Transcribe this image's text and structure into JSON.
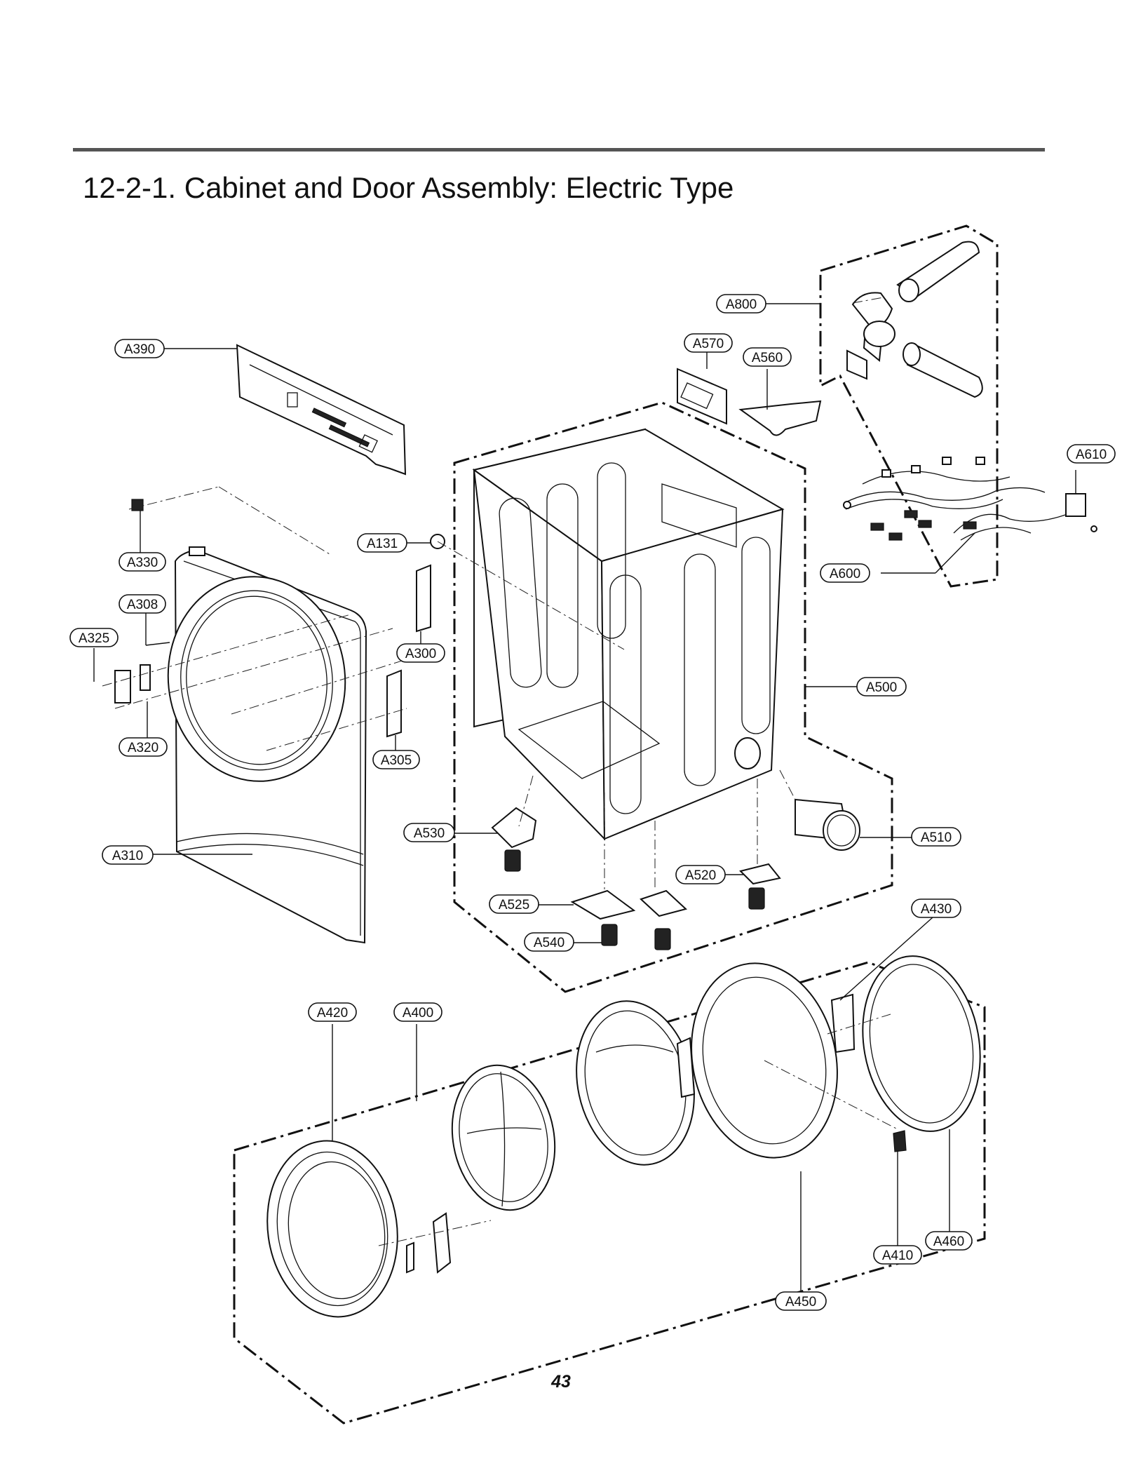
{
  "page": {
    "title": "12-2-1. Cabinet and Door Assembly: Electric Type",
    "page_number": "43"
  },
  "callouts": {
    "A390": "A390",
    "A800": "A800",
    "A570": "A570",
    "A560": "A560",
    "A610": "A610",
    "A330": "A330",
    "A131": "A131",
    "A600": "A600",
    "A308": "A308",
    "A325": "A325",
    "A300": "A300",
    "A500": "A500",
    "A320": "A320",
    "A305": "A305",
    "A530": "A530",
    "A510": "A510",
    "A310": "A310",
    "A520": "A520",
    "A525": "A525",
    "A430": "A430",
    "A540": "A540",
    "A420": "A420",
    "A400": "A400",
    "A460": "A460",
    "A410": "A410",
    "A450": "A450"
  }
}
